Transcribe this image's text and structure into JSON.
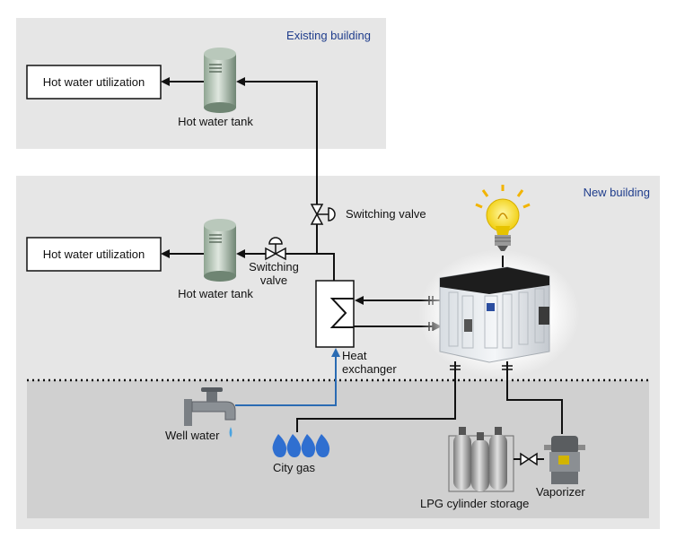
{
  "zones": {
    "existing_building": "Existing building",
    "new_building": "New building"
  },
  "existing": {
    "utilization_label": "Hot water utilization",
    "tank_label": "Hot water tank"
  },
  "new": {
    "utilization_label": "Hot water utilization",
    "tank_label": "Hot water tank",
    "switching_valve_left": [
      "Switching",
      "valve"
    ],
    "switching_valve_top": "Switching valve",
    "heat_exchanger": [
      "Heat",
      "exchanger"
    ]
  },
  "ground": {
    "well_water": "Well water",
    "city_gas": "City gas",
    "lpg_storage": "LPG cylinder storage",
    "vaporizer": "Vaporizer"
  },
  "colors": {
    "zone_bg": "#e6e6e6",
    "ground_bg": "#d0d0d0",
    "zone_label": "#1f3d8c",
    "water_line": "#2a6bb3",
    "gas_flame": "#2f6fd0"
  }
}
